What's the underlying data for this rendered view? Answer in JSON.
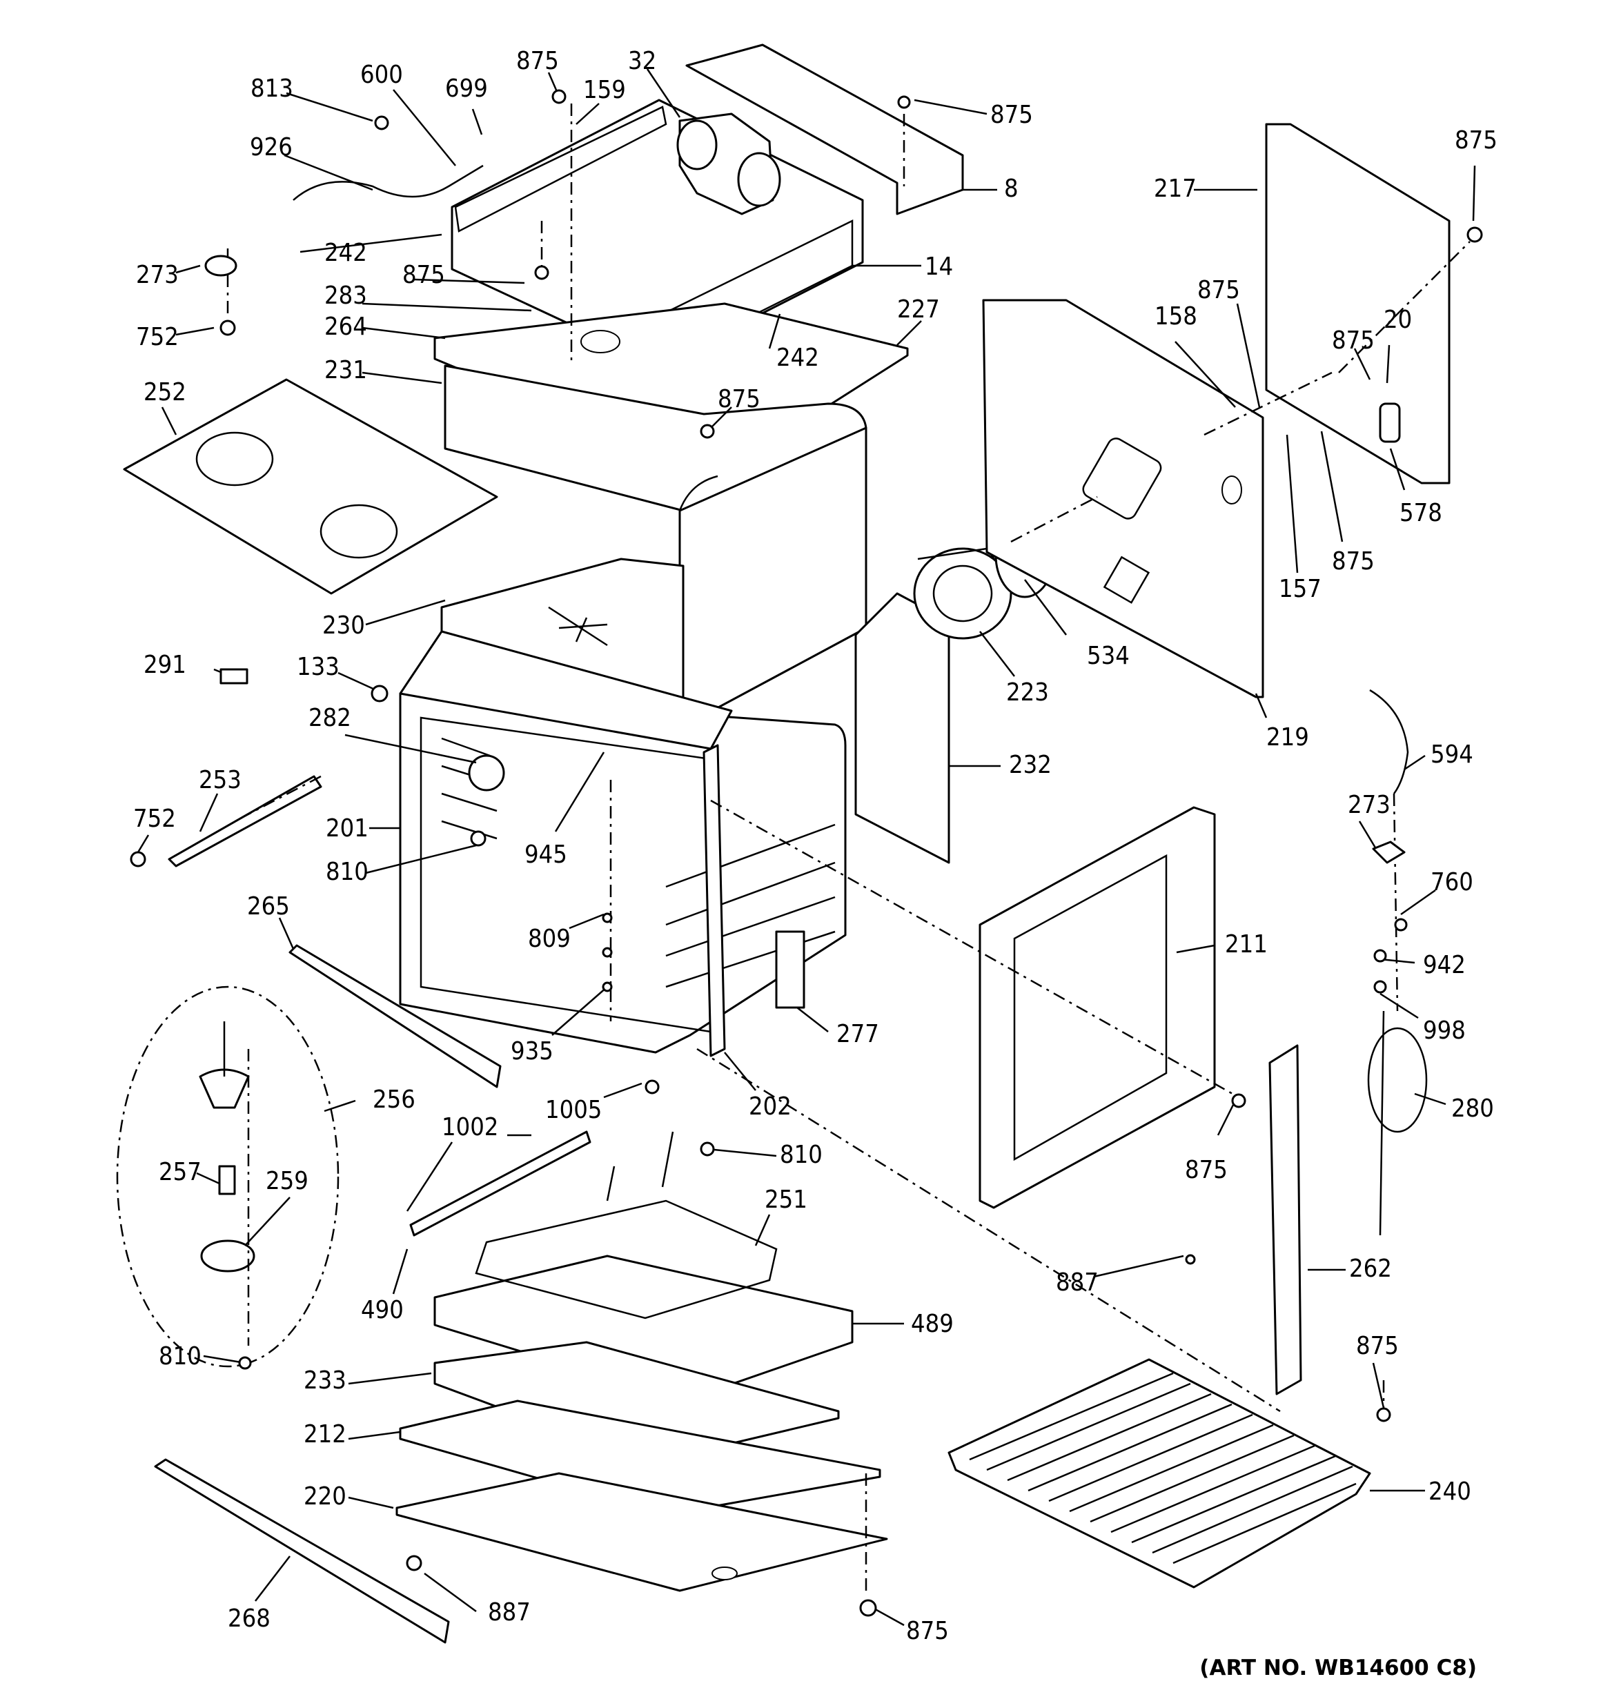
{
  "art_number": "(ART NO. WB14600 C8)",
  "parts": [
    {
      "id": "813"
    },
    {
      "id": "600"
    },
    {
      "id": "699"
    },
    {
      "id": "875"
    },
    {
      "id": "159"
    },
    {
      "id": "32"
    },
    {
      "id": "875"
    },
    {
      "id": "8"
    },
    {
      "id": "926"
    },
    {
      "id": "242"
    },
    {
      "id": "875"
    },
    {
      "id": "14"
    },
    {
      "id": "273"
    },
    {
      "id": "283"
    },
    {
      "id": "264"
    },
    {
      "id": "752"
    },
    {
      "id": "242"
    },
    {
      "id": "227"
    },
    {
      "id": "231"
    },
    {
      "id": "875"
    },
    {
      "id": "252"
    },
    {
      "id": "217"
    },
    {
      "id": "875"
    },
    {
      "id": "875"
    },
    {
      "id": "158"
    },
    {
      "id": "20"
    },
    {
      "id": "875"
    },
    {
      "id": "578"
    },
    {
      "id": "875"
    },
    {
      "id": "157"
    },
    {
      "id": "230"
    },
    {
      "id": "534"
    },
    {
      "id": "223"
    },
    {
      "id": "291"
    },
    {
      "id": "133"
    },
    {
      "id": "219"
    },
    {
      "id": "282"
    },
    {
      "id": "594"
    },
    {
      "id": "253"
    },
    {
      "id": "232"
    },
    {
      "id": "273"
    },
    {
      "id": "752"
    },
    {
      "id": "201"
    },
    {
      "id": "945"
    },
    {
      "id": "810"
    },
    {
      "id": "760"
    },
    {
      "id": "265"
    },
    {
      "id": "809"
    },
    {
      "id": "211"
    },
    {
      "id": "942"
    },
    {
      "id": "277"
    },
    {
      "id": "998"
    },
    {
      "id": "935"
    },
    {
      "id": "256"
    },
    {
      "id": "1005"
    },
    {
      "id": "202"
    },
    {
      "id": "280"
    },
    {
      "id": "1002"
    },
    {
      "id": "810"
    },
    {
      "id": "875"
    },
    {
      "id": "257"
    },
    {
      "id": "259"
    },
    {
      "id": "251"
    },
    {
      "id": "490"
    },
    {
      "id": "887"
    },
    {
      "id": "262"
    },
    {
      "id": "489"
    },
    {
      "id": "810"
    },
    {
      "id": "875"
    },
    {
      "id": "233"
    },
    {
      "id": "212"
    },
    {
      "id": "240"
    },
    {
      "id": "220"
    },
    {
      "id": "268"
    },
    {
      "id": "887"
    },
    {
      "id": "875"
    }
  ]
}
